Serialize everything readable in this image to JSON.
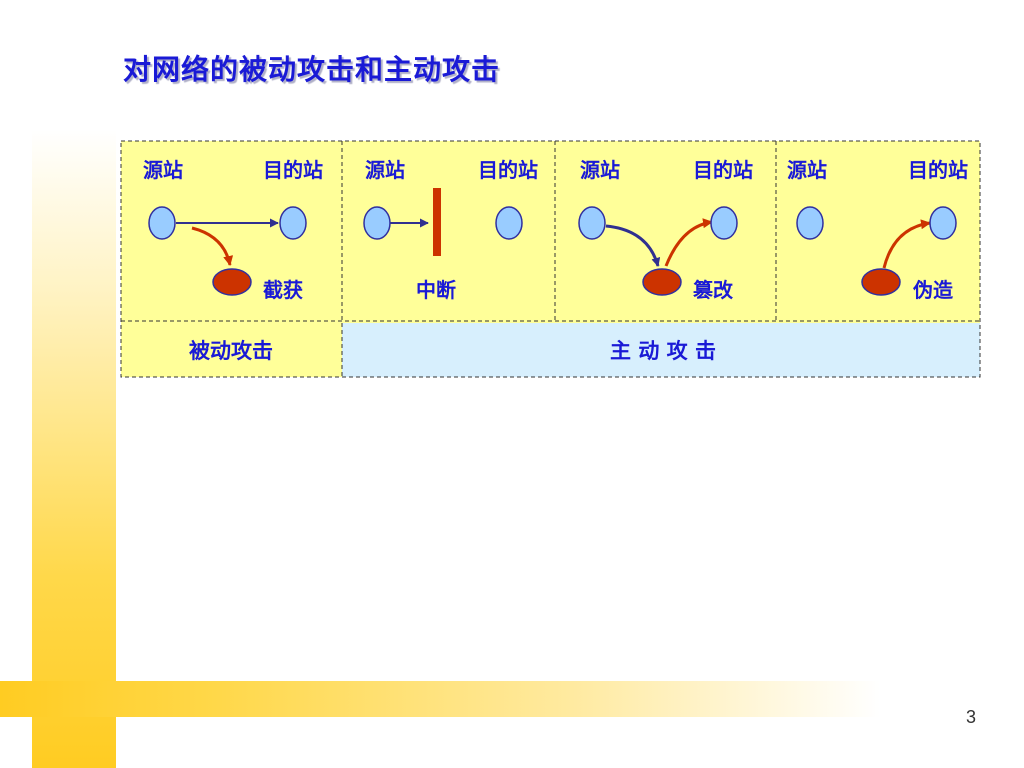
{
  "title": "对网络的被动攻击和主动攻击",
  "panels": [
    {
      "source": "源站",
      "destination": "目的站",
      "attack": "截获"
    },
    {
      "source": "源站",
      "destination": "目的站",
      "attack": "中断"
    },
    {
      "source": "源站",
      "destination": "目的站",
      "attack": "篡改"
    },
    {
      "source": "源站",
      "destination": "目的站",
      "attack": "伪造"
    }
  ],
  "categories": {
    "passive": "被动攻击",
    "active": "主 动 攻 击"
  },
  "colors": {
    "panel_fill": "#ffff99",
    "active_band": "#d7effd",
    "node_fill": "#99ccff",
    "node_stroke": "#3030a0",
    "attacker_fill": "#cc3300",
    "arrow_blue": "#303090",
    "arrow_red": "#cc3300",
    "text_blue": "#1a1ad6"
  },
  "page_number": "3"
}
